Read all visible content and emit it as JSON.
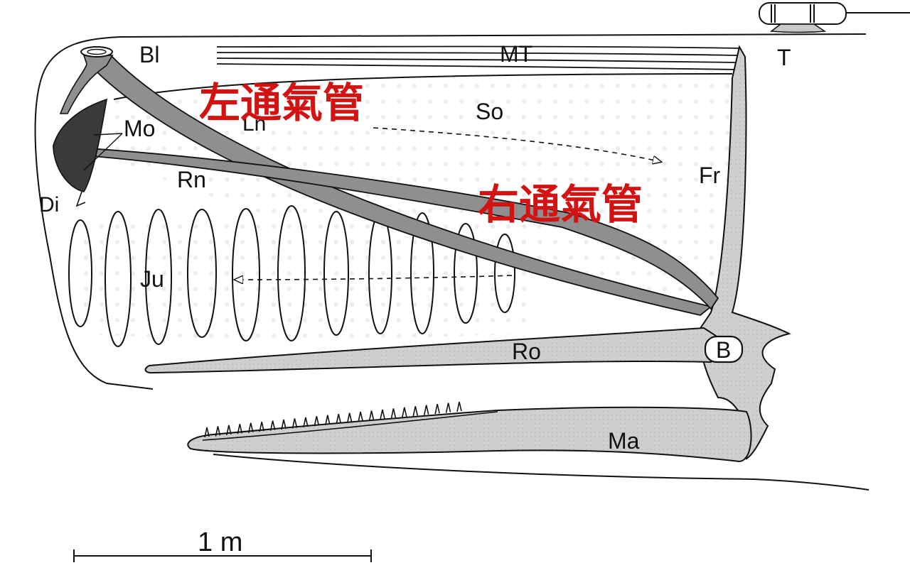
{
  "colors": {
    "outline": "#111111",
    "bone_fill": "#c9c9c9",
    "nasal_fill": "#8f8f8f",
    "museau_fill": "#3a3a3a",
    "dots": "#e6e6e6",
    "accent_red": "#d31212"
  },
  "labels": {
    "bl": "Bl",
    "mt": "MT",
    "t": "T",
    "mo": "Mo",
    "ln": "Ln",
    "so": "So",
    "di": "Di",
    "rn": "Rn",
    "fr": "Fr",
    "ju": "Ju",
    "ro": "Ro",
    "b": "B",
    "ma": "Ma"
  },
  "annotations": {
    "left_nasal": "左通氣管",
    "right_nasal": "右通氣管"
  },
  "scale_bar": {
    "label": "1 m"
  }
}
